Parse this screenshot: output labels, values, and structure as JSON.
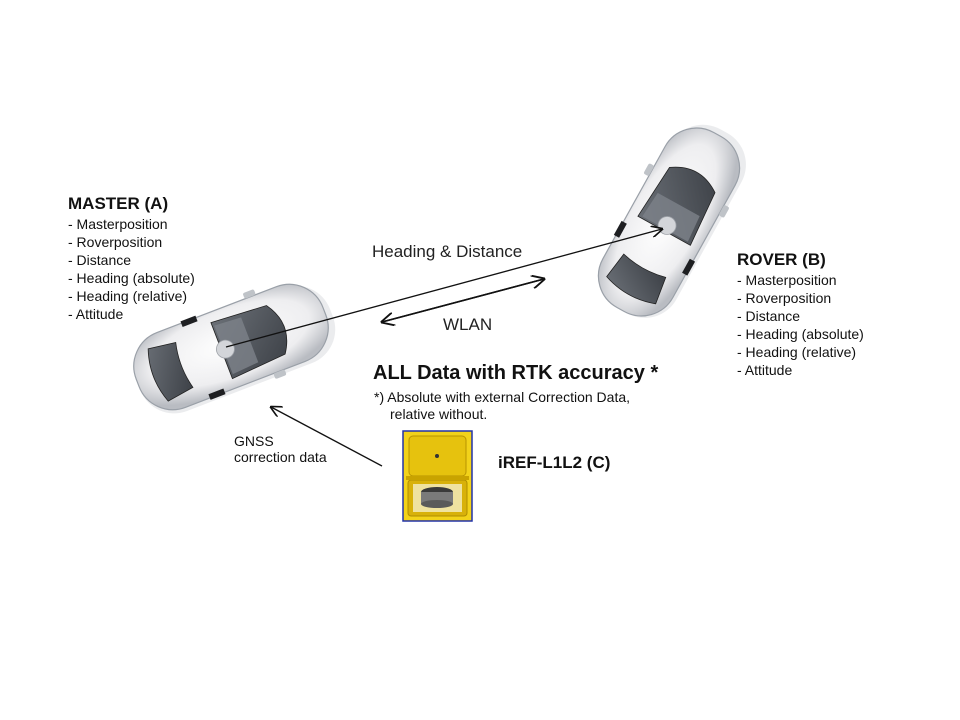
{
  "master": {
    "title": "MASTER (A)",
    "items": [
      "- Masterposition",
      "- Roverposition",
      "- Distance",
      "- Heading (absolute)",
      "- Heading (relative)",
      "- Attitude"
    ]
  },
  "rover": {
    "title": "ROVER (B)",
    "items": [
      "- Masterposition",
      "- Roverposition",
      "- Distance",
      "- Heading (absolute)",
      "- Heading (relative)",
      "- Attitude"
    ]
  },
  "links": {
    "heading_distance": "Heading & Distance",
    "wlan": "WLAN"
  },
  "rtk": {
    "title": "ALL Data with RTK accuracy *",
    "note_line1": "*) Absolute with external Correction Data,",
    "note_line2": "relative without."
  },
  "gnss": {
    "line1": "GNSS",
    "line2": "correction data"
  },
  "device": {
    "label": "iREF-L1L2 (C)"
  },
  "colors": {
    "case_yellow": "#f2d21a",
    "case_border": "#2233aa",
    "car_body": "#f4f4f6",
    "car_glass": "#555a60"
  }
}
